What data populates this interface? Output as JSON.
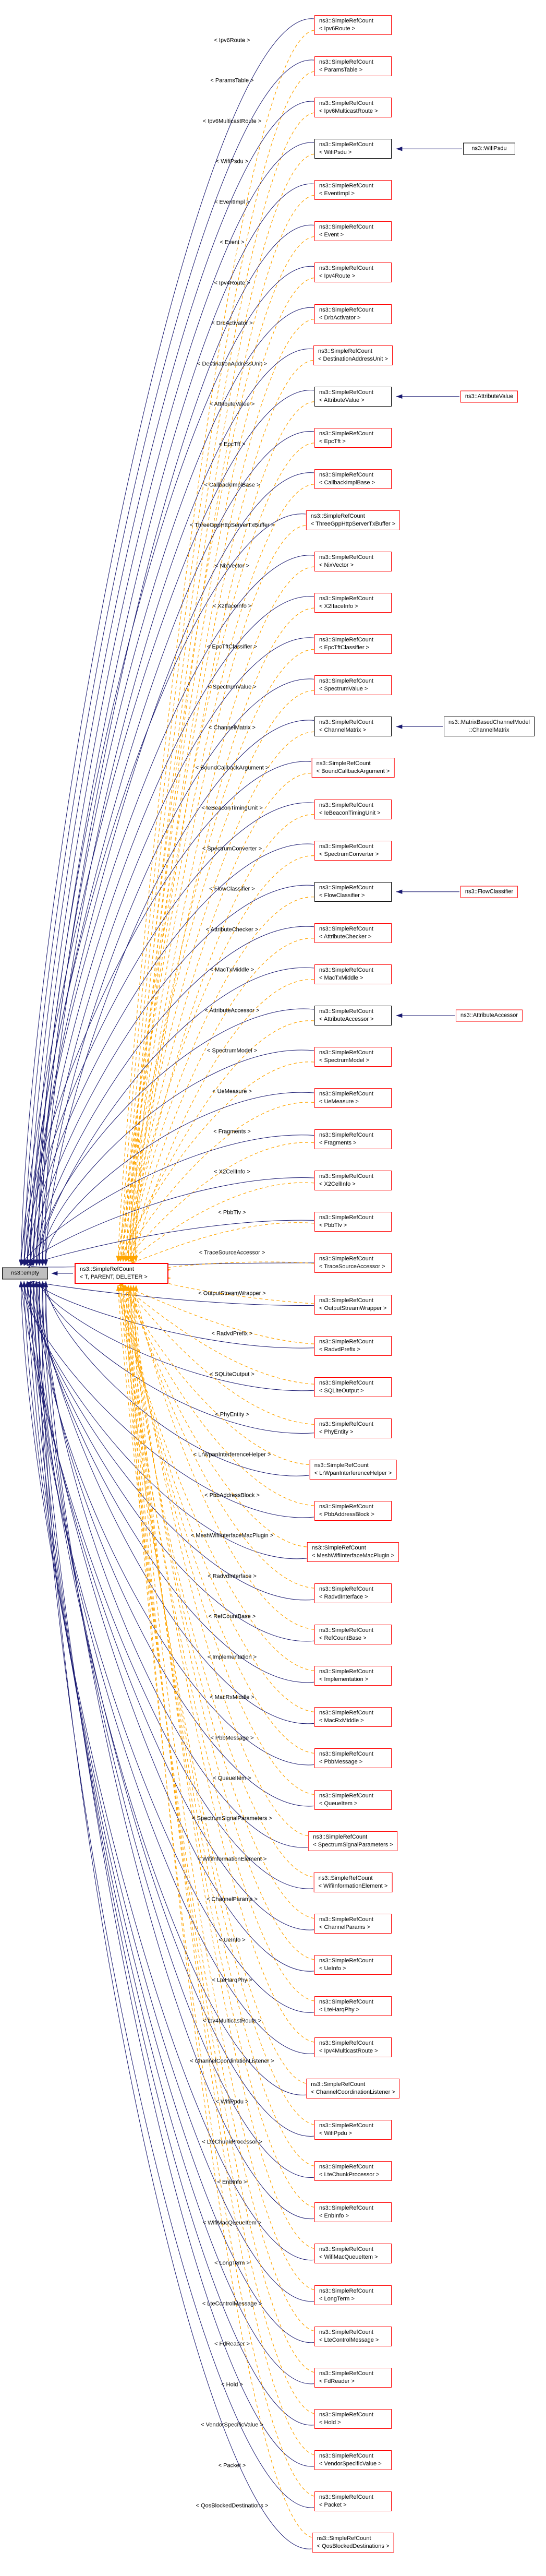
{
  "diagram": {
    "refcount_label": "ns3::SimpleRefCount",
    "main_node": {
      "label": "ns3::empty"
    },
    "template_node": {
      "line1": "ns3::SimpleRefCount",
      "line2": "< T, PARENT, DELETER >"
    },
    "colors": {
      "edge_inheritance": "#191970",
      "edge_template": "#ffa500",
      "node_border_red": "#ff0000",
      "node_border_black": "#000000",
      "main_node_fill": "#bfbfbf",
      "background": "#ffffff"
    },
    "rows": [
      {
        "template_arg": "< Ipv6Route >",
        "border": "red"
      },
      {
        "template_arg": "< ParamsTable >",
        "border": "red"
      },
      {
        "template_arg": "< Ipv6MulticastRoute >",
        "border": "red"
      },
      {
        "template_arg": "< WifiPsdu >",
        "border": "black",
        "derived": {
          "lines": [
            "ns3::WifiPsdu"
          ],
          "border": "black"
        }
      },
      {
        "template_arg": "< EventImpl >",
        "border": "red"
      },
      {
        "template_arg": "< Event >",
        "border": "red"
      },
      {
        "template_arg": "< Ipv4Route >",
        "border": "red"
      },
      {
        "template_arg": "< DrbActivator >",
        "border": "red"
      },
      {
        "template_arg": "< DestinationAddressUnit >",
        "border": "red"
      },
      {
        "template_arg": "< AttributeValue >",
        "border": "black",
        "derived": {
          "lines": [
            "ns3::AttributeValue"
          ],
          "border": "red"
        }
      },
      {
        "template_arg": "< EpcTft >",
        "border": "red"
      },
      {
        "template_arg": "< CallbackImplBase >",
        "border": "red"
      },
      {
        "template_arg": "< ThreeGppHttpServerTxBuffer >",
        "border": "red"
      },
      {
        "template_arg": "< NixVector >",
        "border": "red"
      },
      {
        "template_arg": "< X2IfaceInfo >",
        "border": "red"
      },
      {
        "template_arg": "< EpcTftClassifier >",
        "border": "red"
      },
      {
        "template_arg": "< SpectrumValue >",
        "border": "red"
      },
      {
        "template_arg": "< ChannelMatrix >",
        "border": "black",
        "derived": {
          "lines": [
            "ns3::MatrixBasedChannelModel",
            "::ChannelMatrix"
          ],
          "border": "black"
        }
      },
      {
        "template_arg": "< BoundCallbackArgument >",
        "border": "red"
      },
      {
        "template_arg": "< IeBeaconTimingUnit >",
        "border": "red"
      },
      {
        "template_arg": "< SpectrumConverter >",
        "border": "red"
      },
      {
        "template_arg": "< FlowClassifier >",
        "border": "black",
        "derived": {
          "lines": [
            "ns3::FlowClassifier"
          ],
          "border": "red"
        }
      },
      {
        "template_arg": "< AttributeChecker >",
        "border": "red"
      },
      {
        "template_arg": "< MacTxMiddle >",
        "border": "red"
      },
      {
        "template_arg": "< AttributeAccessor >",
        "border": "black",
        "derived": {
          "lines": [
            "ns3::AttributeAccessor"
          ],
          "border": "red"
        }
      },
      {
        "template_arg": "< SpectrumModel >",
        "border": "red"
      },
      {
        "template_arg": "< UeMeasure >",
        "border": "red"
      },
      {
        "template_arg": "< Fragments >",
        "border": "red"
      },
      {
        "template_arg": "< X2CellInfo >",
        "border": "red"
      },
      {
        "template_arg": "< PbbTlv >",
        "border": "red"
      },
      {
        "template_arg": "< TraceSourceAccessor >",
        "border": "red"
      },
      {
        "template_arg": "< OutputStreamWrapper >",
        "border": "red"
      },
      {
        "template_arg": "< RadvdPrefix >",
        "border": "red"
      },
      {
        "template_arg": "< SQLiteOutput >",
        "border": "red"
      },
      {
        "template_arg": "< PhyEntity >",
        "border": "red"
      },
      {
        "template_arg": "< LrWpanInterferenceHelper >",
        "border": "red"
      },
      {
        "template_arg": "< PbbAddressBlock >",
        "border": "red"
      },
      {
        "template_arg": "< MeshWifiInterfaceMacPlugin >",
        "border": "red"
      },
      {
        "template_arg": "< RadvdInterface >",
        "border": "red"
      },
      {
        "template_arg": "< RefCountBase >",
        "border": "red"
      },
      {
        "template_arg": "< Implementation >",
        "border": "red"
      },
      {
        "template_arg": "< MacRxMiddle >",
        "border": "red"
      },
      {
        "template_arg": "< PbbMessage >",
        "border": "red"
      },
      {
        "template_arg": "< QueueItem >",
        "border": "red"
      },
      {
        "template_arg": "< SpectrumSignalParameters >",
        "border": "red"
      },
      {
        "template_arg": "< WifiInformationElement >",
        "border": "red"
      },
      {
        "template_arg": "< ChannelParams >",
        "border": "red"
      },
      {
        "template_arg": "< UeInfo >",
        "border": "red"
      },
      {
        "template_arg": "< LteHarqPhy >",
        "border": "red"
      },
      {
        "template_arg": "< Ipv4MulticastRoute >",
        "border": "red"
      },
      {
        "template_arg": "< ChannelCoordinationListener >",
        "border": "red"
      },
      {
        "template_arg": "< WifiPpdu >",
        "border": "red"
      },
      {
        "template_arg": "< LteChunkProcessor >",
        "border": "red"
      },
      {
        "template_arg": "< EnbInfo >",
        "border": "red"
      },
      {
        "template_arg": "< WifiMacQueueItem >",
        "border": "red"
      },
      {
        "template_arg": "< LongTerm >",
        "border": "red"
      },
      {
        "template_arg": "< LteControlMessage >",
        "border": "red"
      },
      {
        "template_arg": "< FdReader >",
        "border": "red"
      },
      {
        "template_arg": "< Hold >",
        "border": "red"
      },
      {
        "template_arg": "< VendorSpecificValue >",
        "border": "red"
      },
      {
        "template_arg": "< Packet >",
        "border": "red"
      },
      {
        "template_arg": "< QosBlockedDestinations >",
        "border": "red"
      }
    ]
  }
}
